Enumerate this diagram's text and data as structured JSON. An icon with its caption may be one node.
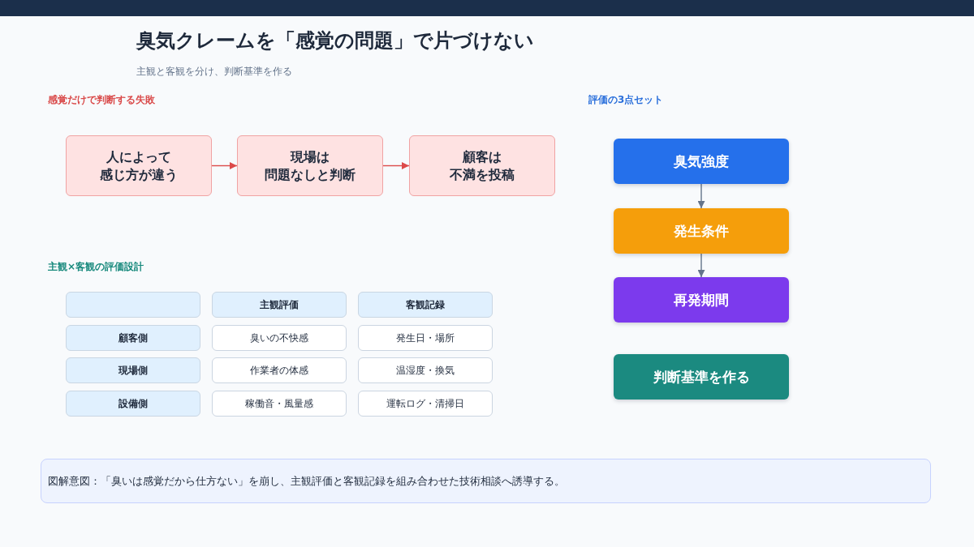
{
  "diagram": {
    "title": "臭気クレームを「感覚の問題」で片づけない",
    "nodes": [
      {
        "text": [
          "人によって感じ方が違う"
        ]
      },
      {
        "text": [
          "現場は問題なしと判断"
        ]
      },
      {
        "text": [
          "顧客は不満を投稿"
        ]
      },
      {
        "text": [],
        "shape": "box"
      },
      {
        "text": [
          "主観評価"
        ]
      },
      {
        "text": [
          "客観記録"
        ]
      },
      {
        "text": [
          "顧客側"
        ]
      },
      {
        "text": [
          "臭いの不快感"
        ]
      },
      {
        "text": [
          "発生日・場所"
        ]
      },
      {
        "text": [
          "現場側"
        ]
      },
      {
        "text": [
          "作業者の体感"
        ]
      },
      {
        "text": [
          "温湿度・換気"
        ]
      },
      {
        "text": [
          "設備側"
        ]
      },
      {
        "text": [
          "稼働音・風量感"
        ]
      },
      {
        "text": [
          "運転ログ・清掃日"
        ]
      },
      {
        "text": [
          "臭気強度"
        ]
      },
      {
        "text": [
          "発生条件"
        ]
      },
      {
        "text": [
          "再発期間"
        ]
      },
      {
        "text": [
          "判断基準を作る"
        ]
      },
      {
        "text": [
          "図解意図：「臭いは感覚だから仕方ない」を崩し、主観評価と客観記録を組み合わせた技術相談へ誘導する。"
        ]
      }
    ],
    "edges": [
      {
        "from": 0,
        "to": 1,
        "arrow": "to",
        "color": "#dc4a4a"
      },
      {
        "from": 1,
        "to": 2,
        "arrow": "to",
        "color": "#dc4a4a"
      },
      {
        "from": 15,
        "to": 16,
        "arrow": "to",
        "color": "#64748b"
      },
      {
        "from": 16,
        "to": 17,
        "arrow": "to",
        "color": "#64748b"
      }
    ],
    "labels": [
      "主観と客観を分け、判断基準を作る",
      "感覚だけで判断する失敗",
      "評価の3点セット",
      "主観×客観の評価設計"
    ]
  }
}
